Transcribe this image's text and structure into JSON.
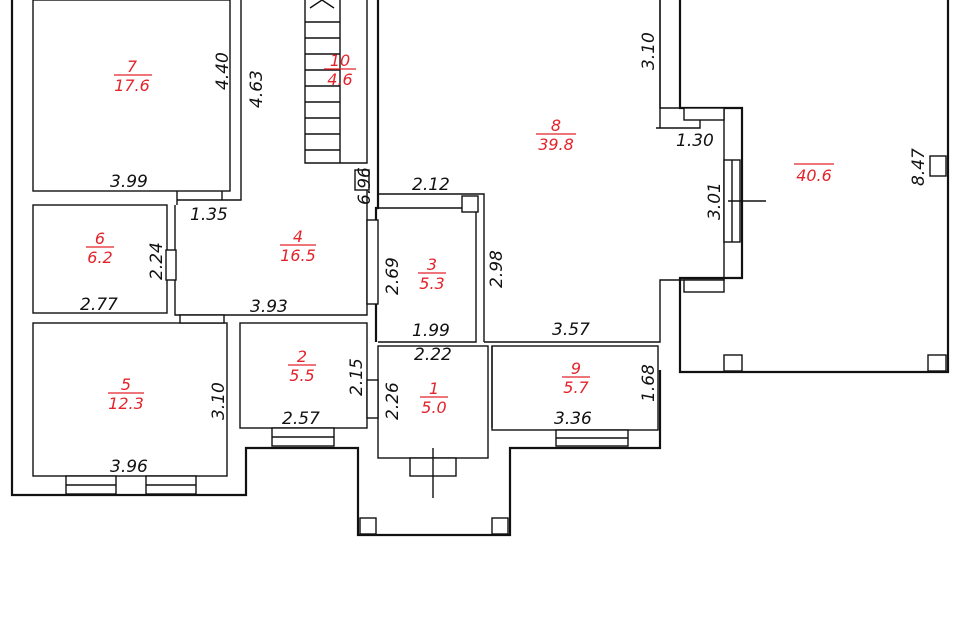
{
  "colors": {
    "room_label": "#e3242b",
    "wall": "#111111",
    "background": "#ffffff"
  },
  "rooms": [
    {
      "id": "r1",
      "number": "1",
      "area": "5.0"
    },
    {
      "id": "r2",
      "number": "2",
      "area": "5.5"
    },
    {
      "id": "r3",
      "number": "3",
      "area": "5.3"
    },
    {
      "id": "r4",
      "number": "4",
      "area": "16.5"
    },
    {
      "id": "r5",
      "number": "5",
      "area": "12.3"
    },
    {
      "id": "r6",
      "number": "6",
      "area": "6.2"
    },
    {
      "id": "r7",
      "number": "7",
      "area": "17.6"
    },
    {
      "id": "r8",
      "number": "8",
      "area": "39.8"
    },
    {
      "id": "r9",
      "number": "9",
      "area": "5.7"
    },
    {
      "id": "r10",
      "number": "10",
      "area": "4.6"
    },
    {
      "id": "r11",
      "number": "",
      "area": "40.6"
    }
  ],
  "dimensions": [
    "4.40",
    "4.63",
    "3.99",
    "1.35",
    "2.24",
    "2.77",
    "3.93",
    "6.96",
    "2.12",
    "2.69",
    "2.98",
    "1.99",
    "3.57",
    "3.10",
    "1.30",
    "3.01",
    "8.47",
    "2.22",
    "2.15",
    "2.26",
    "1.68",
    "3.10",
    "3.96",
    "2.57",
    "3.36"
  ]
}
